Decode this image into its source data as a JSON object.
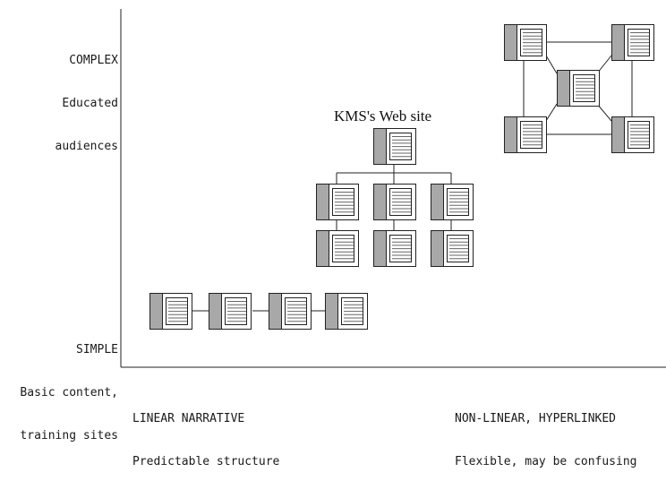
{
  "y_axis": {
    "top": {
      "title": "COMPLEX",
      "line1": "Educated",
      "line2": "audiences"
    },
    "bottom": {
      "title": "SIMPLE",
      "line1": "Basic content,",
      "line2": "training sites"
    }
  },
  "x_axis": {
    "left": {
      "title": "LINEAR NARRATIVE",
      "sub": "Predictable structure"
    },
    "right": {
      "title": "NON-LINEAR, HYPERLINKED",
      "sub": "Flexible, may be confusing"
    }
  },
  "hierarchy_title": "KMS's Web site",
  "colors": {
    "line": "#222222",
    "tab": "#a8a8a8",
    "page": "#ffffff",
    "text_lines": "#666666"
  },
  "page_icon_name": "web-page-icon"
}
